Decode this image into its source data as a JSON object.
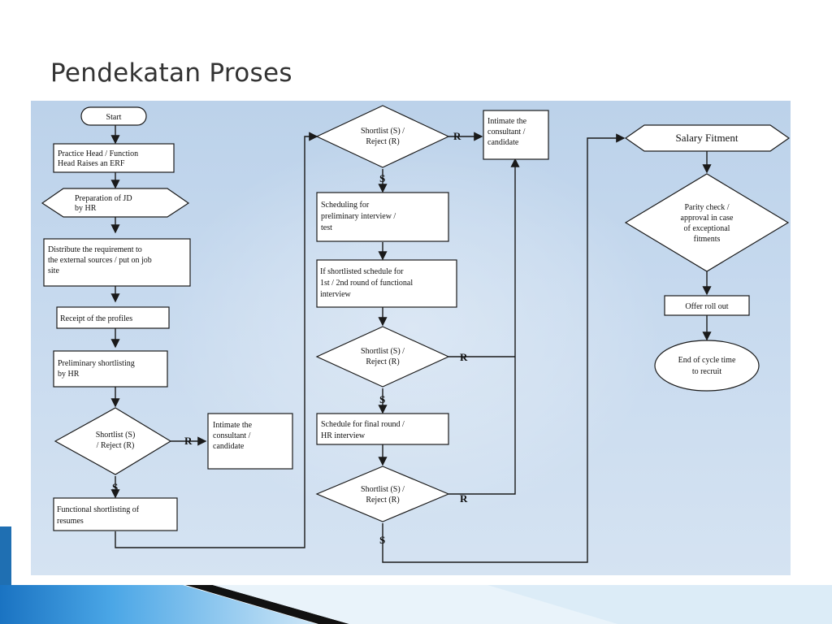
{
  "slide": {
    "title": "Pendekatan Proses"
  },
  "colors": {
    "panel": "#c6d9ee",
    "box": "#ffffff",
    "line": "#1a1a1a",
    "footer_blue": "#2b8fd6",
    "footer_dark": "#111111"
  },
  "flowchart": {
    "start": "Start",
    "col1": {
      "step1": [
        "Practice Head / Function",
        "Head Raises an ERF"
      ],
      "step2": [
        "Preparation of JD",
        "by HR"
      ],
      "step3": [
        "Distribute the requirement to",
        "the external sources / put on job",
        "site"
      ],
      "step4": "Receipt of the profiles",
      "step5": [
        "Preliminary shortlisting",
        "by HR"
      ],
      "decision": [
        "Shortlist (S)",
        "/ Reject (R)"
      ],
      "reject_box": [
        "Intimate the",
        "consultant /",
        "candidate"
      ],
      "step6": [
        "Functional shortlisting of",
        "resumes"
      ]
    },
    "col2": {
      "decision1": [
        "Shortlist (S) /",
        "Reject (R)"
      ],
      "reject_box": [
        "Intimate the",
        "consultant /",
        "candidate"
      ],
      "step1": [
        "Scheduling for",
        "preliminary interview /",
        "test"
      ],
      "step2": [
        "If shortlisted schedule  for",
        "1st / 2nd round of functional",
        "interview"
      ],
      "decision2": [
        "Shortlist (S) /",
        "Reject (R)"
      ],
      "step3": [
        "Schedule for final round /",
        "HR interview"
      ],
      "decision3": [
        "Shortlist (S) /",
        "Reject (R)"
      ]
    },
    "col3": {
      "step1": "Salary Fitment",
      "decision": [
        "Parity check /",
        "approval in case",
        "of exceptional",
        "fitments"
      ],
      "step2": "Offer roll out",
      "end": [
        "End of cycle time",
        "to recruit"
      ]
    },
    "labels": {
      "shortlist": "S",
      "reject": "R"
    }
  }
}
